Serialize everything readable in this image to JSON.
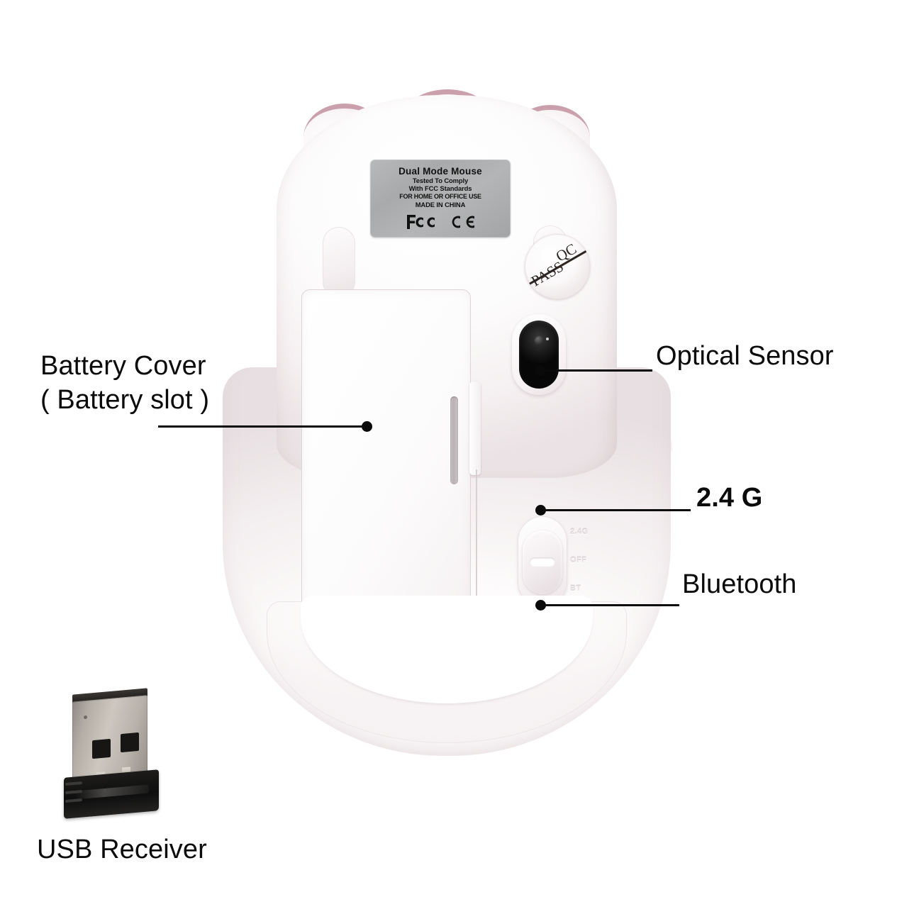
{
  "product": {
    "spec_label": {
      "title": "Dual Mode Mouse",
      "line1": "Tested To Comply",
      "line2": "With FCC Standards",
      "line3": "FOR HOME OR OFFICE USE",
      "line4": "MADE IN CHINA",
      "certifications": [
        "fcc-mark",
        "ce-mark"
      ]
    },
    "qc_sticker": {
      "top_text": "QC",
      "bottom_text": "PASS"
    },
    "mode_switch": {
      "positions": [
        "2.4G",
        "OFF",
        "BT"
      ],
      "selected": "OFF"
    }
  },
  "callouts": [
    {
      "id": "battery",
      "line1": "Battery Cover",
      "line2": "( Battery slot )",
      "bold": false
    },
    {
      "id": "optical",
      "line1": "Optical Sensor",
      "bold": false
    },
    {
      "id": "wireless24g",
      "line1": "2.4 G",
      "bold": true
    },
    {
      "id": "bluetooth",
      "line1": "Bluetooth",
      "bold": false
    },
    {
      "id": "usb",
      "line1": "USB Receiver",
      "bold": false
    }
  ],
  "colors": {
    "background": "#ffffff",
    "leader_line": "#0a0a0a",
    "label_text": "#0b0b0b",
    "shell_white": "#fdfcfc",
    "accent_pink": "#caa0ac",
    "ledge_pink": "#e6aebc",
    "spec_label_silver": "#b0b1b2",
    "sensor_black": "#121212",
    "usb_metal": "#cdc7c0",
    "usb_plastic": "#121212"
  }
}
